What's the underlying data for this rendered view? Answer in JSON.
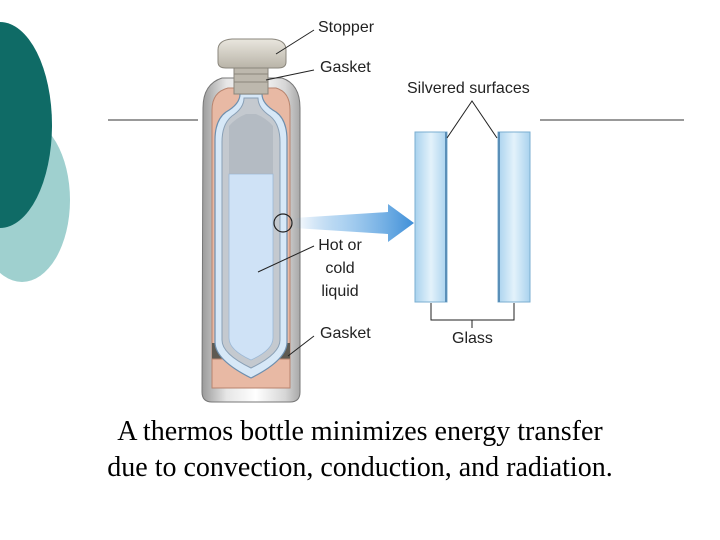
{
  "labels": {
    "stopper": "Stopper",
    "gasket_top": "Gasket",
    "silvered_surfaces": "Silvered surfaces",
    "liquid_line1": "Hot or",
    "liquid_line2": "cold",
    "liquid_line3": "liquid",
    "gasket_bottom": "Gasket",
    "glass": "Glass"
  },
  "caption": {
    "line1": "A thermos bottle minimizes energy transfer",
    "line2": "due to convection, conduction, and radiation."
  },
  "colors": {
    "teal_dark": "#0f6b66",
    "teal_light": "#9fd0cf",
    "gasket": "#e8b9a4",
    "liquid": "#cfe2f6",
    "arrow": "#3f8fd8",
    "glass": "#b9dbf1"
  }
}
